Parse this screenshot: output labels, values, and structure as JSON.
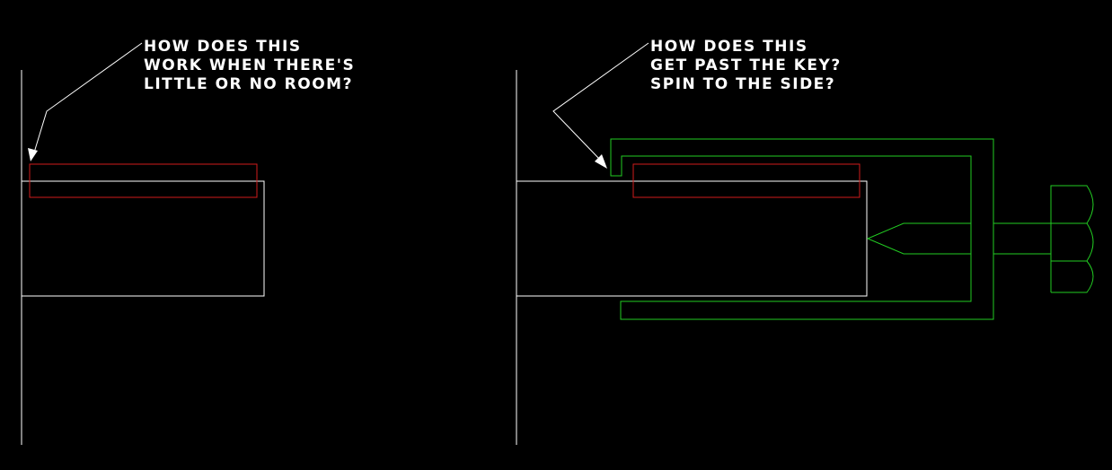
{
  "colors": {
    "background": "#000000",
    "outline": "#ffffff",
    "keyway": "#d01c1c",
    "tool": "#22cc22"
  },
  "left_note": {
    "line1": "HOW DOES THIS",
    "line2": "WORK WHEN THERE'S",
    "line3": "LITTLE OR NO ROOM?"
  },
  "right_note": {
    "line1": "HOW DOES THIS",
    "line2": "GET PAST THE KEY?",
    "line3": "SPIN TO THE SIDE?"
  }
}
